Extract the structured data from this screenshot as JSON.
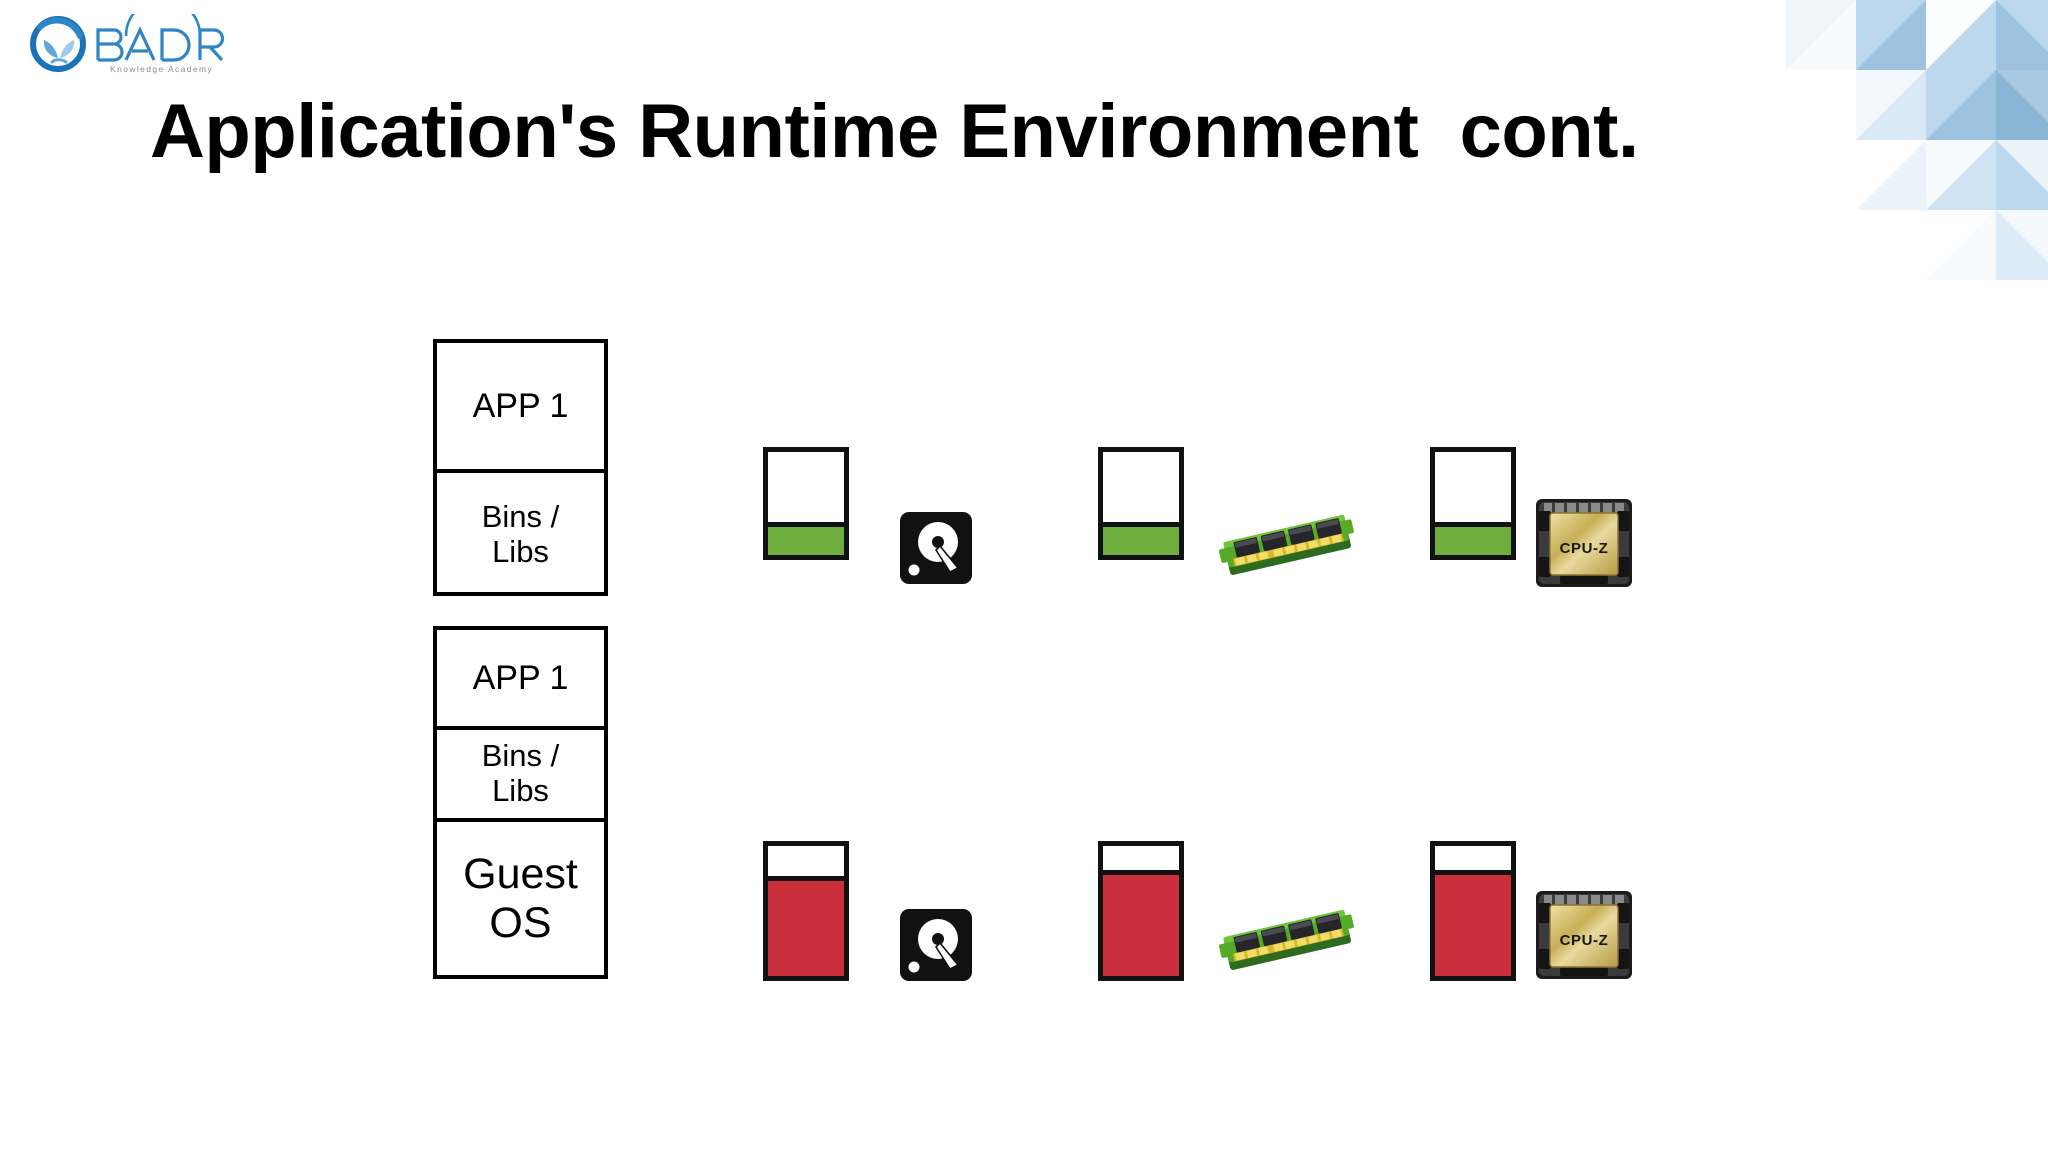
{
  "slide": {
    "background_color": "#ffffff",
    "title": "Application's Runtime Environment  cont.",
    "title_color": "#000000"
  },
  "brand": {
    "name": "BADR",
    "tagline": "Knowledge Academy",
    "primary_color": "#1a73b8",
    "secondary_color": "#5fa8d8"
  },
  "decoration": {
    "name": "triangle-mosaic",
    "position": "top-right",
    "colors": [
      "#9dc3e0",
      "#bcd8ec",
      "#d9e8f5",
      "#eef5fb",
      "#f7fbfe",
      "#8ab4d4"
    ]
  },
  "diagram": {
    "colors": {
      "outline": "#000000",
      "gauge_outline": "#111111",
      "low_usage": "#6FAE3E",
      "high_usage": "#CC2F3C",
      "empty": "#ffffff"
    },
    "stacks": [
      {
        "id": "container-stack",
        "cells": [
          {
            "label": "APP 1"
          },
          {
            "label": "Bins /\nLibs"
          }
        ]
      },
      {
        "id": "vm-stack",
        "cells": [
          {
            "label": "APP 1"
          },
          {
            "label": "Bins /\nLibs"
          },
          {
            "label": "Guest\nOS"
          }
        ]
      }
    ],
    "rows": [
      {
        "id": "container-row",
        "state": "low",
        "fill_color": "#6FAE3E",
        "gauges": [
          {
            "resource": "disk",
            "fill_percent": 27
          },
          {
            "resource": "memory",
            "fill_percent": 27
          },
          {
            "resource": "cpu",
            "fill_percent": 27
          }
        ],
        "icons": [
          {
            "name": "hard-disk-icon",
            "label": ""
          },
          {
            "name": "ram-module-icon",
            "label": ""
          },
          {
            "name": "cpu-chip-icon",
            "label": "CPU-Z"
          }
        ]
      },
      {
        "id": "vm-row",
        "state": "high",
        "fill_color": "#CC2F3C",
        "gauges": [
          {
            "resource": "disk",
            "fill_percent": 73
          },
          {
            "resource": "memory",
            "fill_percent": 78
          },
          {
            "resource": "cpu",
            "fill_percent": 78
          }
        ],
        "icons": [
          {
            "name": "hard-disk-icon",
            "label": ""
          },
          {
            "name": "ram-module-icon",
            "label": ""
          },
          {
            "name": "cpu-chip-icon",
            "label": "CPU-Z"
          }
        ]
      }
    ]
  }
}
